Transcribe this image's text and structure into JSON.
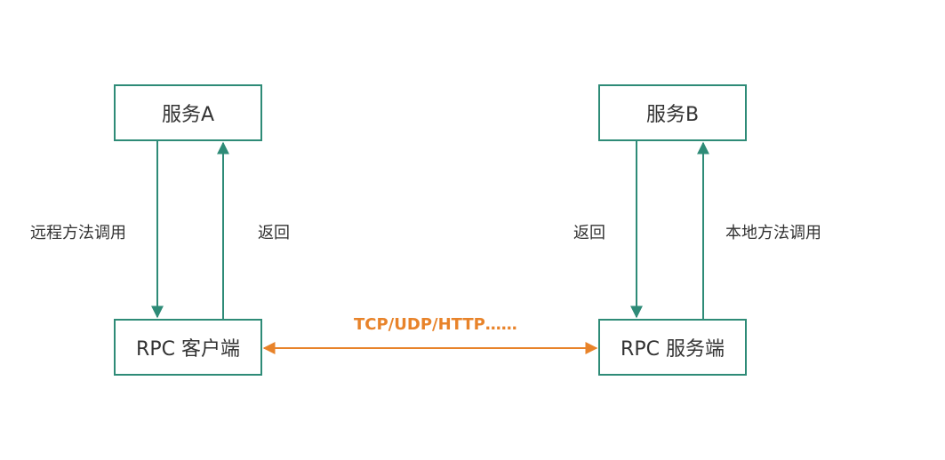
{
  "nodes": {
    "service_a": "服务A",
    "service_b": "服务B",
    "rpc_client": "RPC 客户端",
    "rpc_server": "RPC 服务端"
  },
  "edges": {
    "remote_call": "远程方法调用",
    "return_a": "返回",
    "return_b": "返回",
    "local_call": "本地方法调用",
    "protocol": "TCP/UDP/HTTP……"
  },
  "colors": {
    "node_border": "#2e8b77",
    "arrow_green": "#2e8b77",
    "arrow_orange": "#e8832a",
    "text": "#333333"
  }
}
